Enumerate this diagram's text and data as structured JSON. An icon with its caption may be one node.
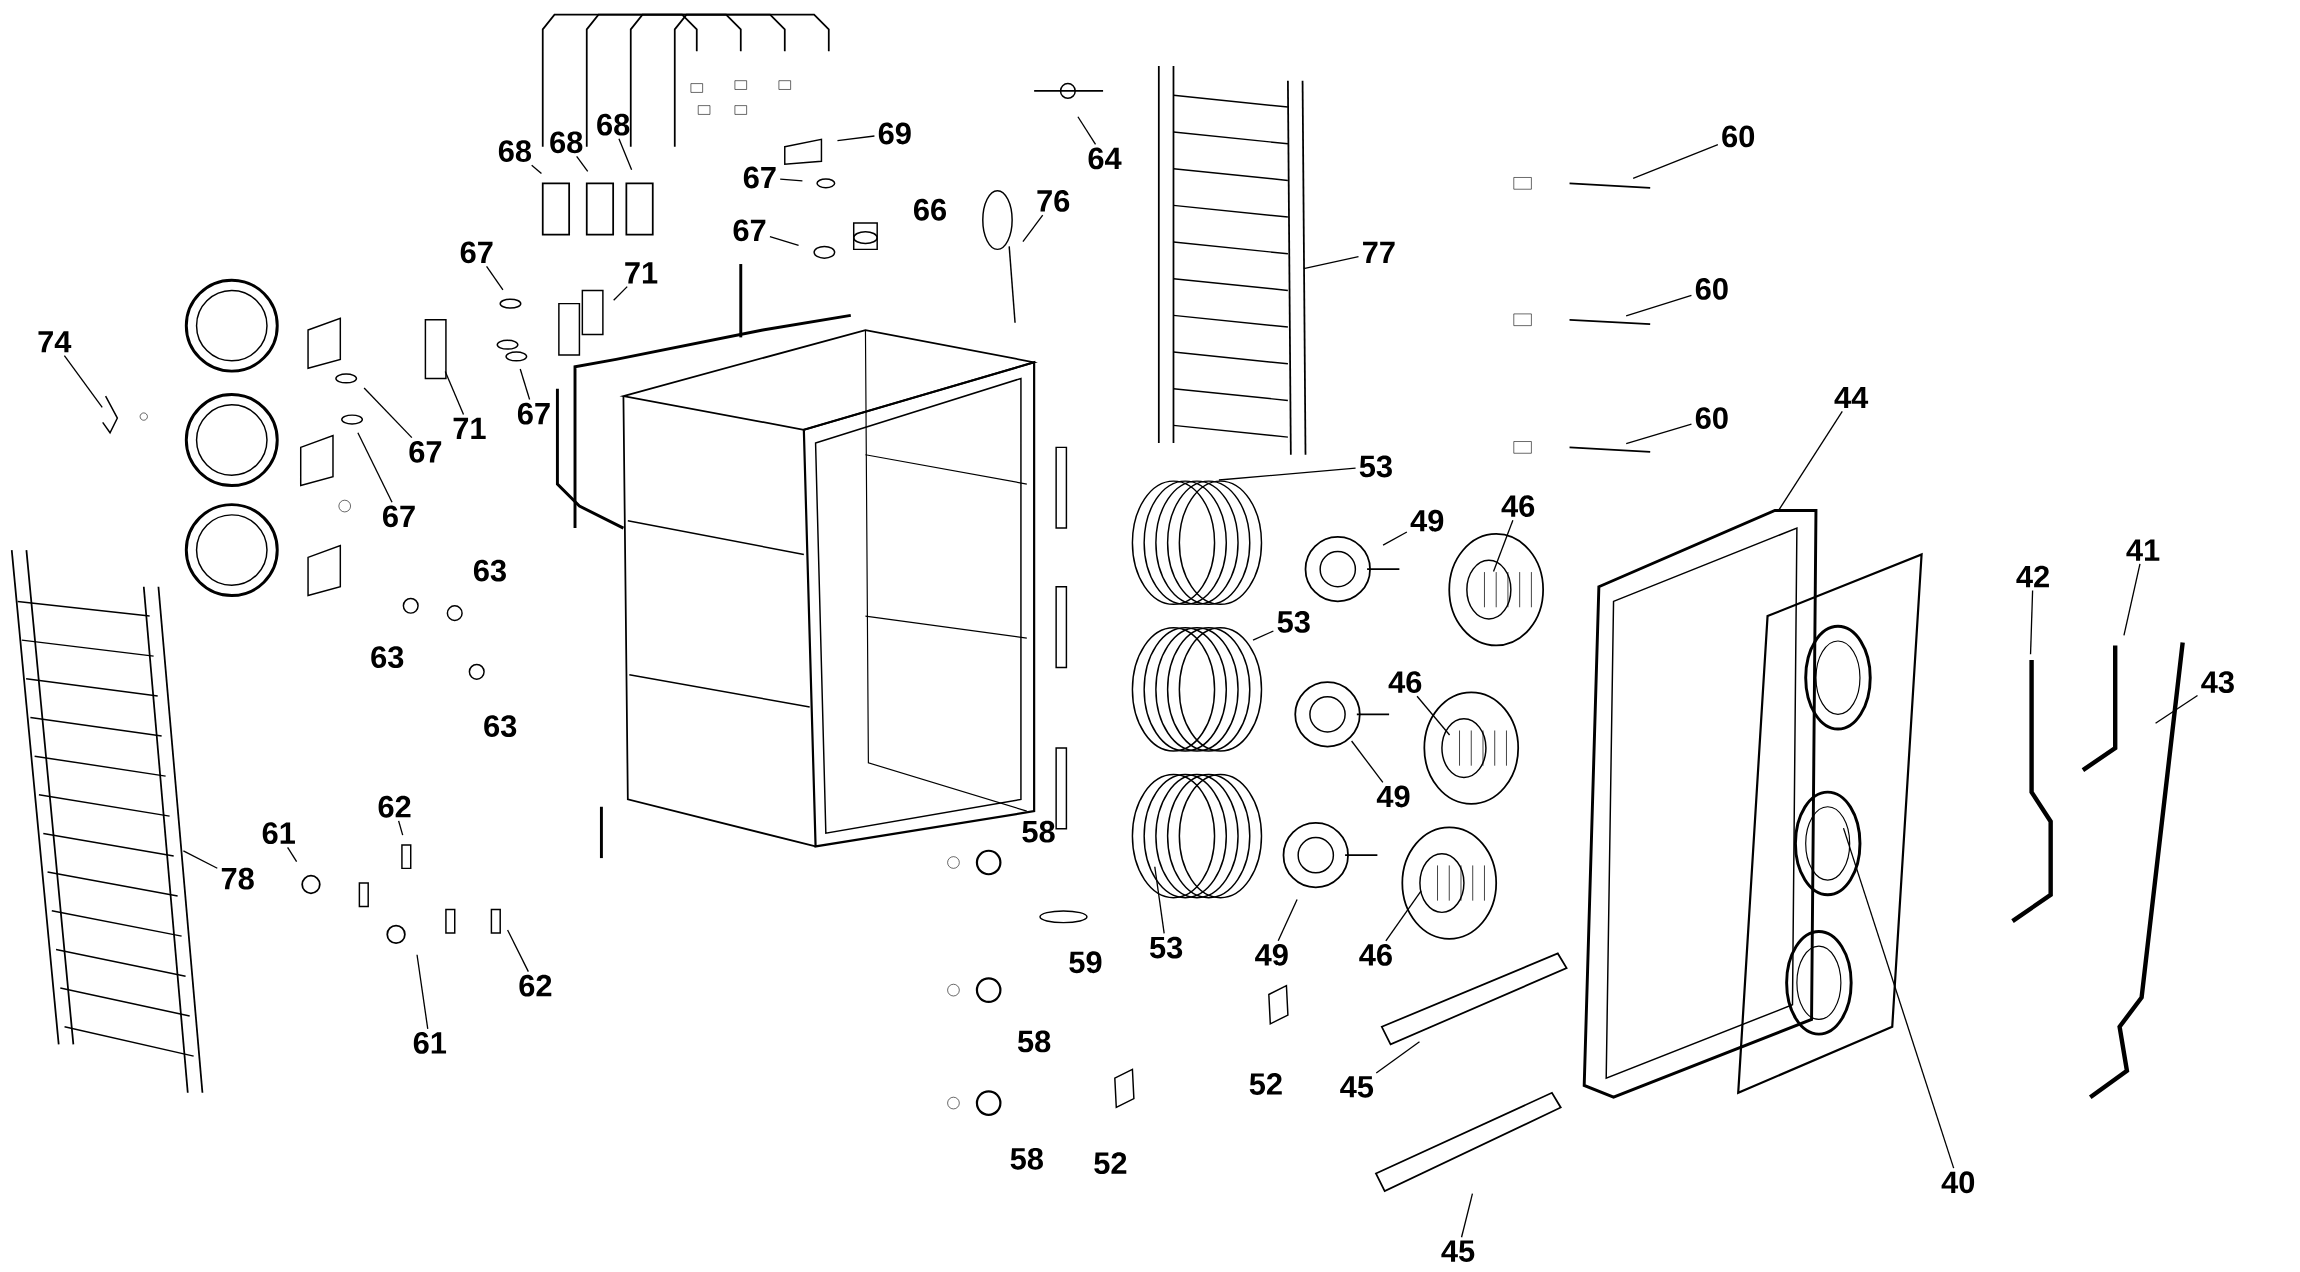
{
  "diagram": {
    "nodes": [
      {
        "text": [
          "68"
        ]
      },
      {
        "text": [
          "68"
        ]
      },
      {
        "text": [
          "68"
        ]
      },
      {
        "text": [
          "69"
        ]
      },
      {
        "text": [
          "64"
        ]
      },
      {
        "text": [
          "67"
        ]
      },
      {
        "text": [
          "67"
        ]
      },
      {
        "text": [
          "66"
        ]
      },
      {
        "text": [
          "76"
        ]
      },
      {
        "text": [
          "77"
        ]
      },
      {
        "text": [
          "60"
        ]
      },
      {
        "text": [
          "60"
        ]
      },
      {
        "text": [
          "60"
        ]
      },
      {
        "text": [
          "67"
        ]
      },
      {
        "text": [
          "71"
        ]
      },
      {
        "text": [
          "74"
        ]
      },
      {
        "text": [
          "67"
        ]
      },
      {
        "text": [
          "71"
        ]
      },
      {
        "text": [
          "67"
        ]
      },
      {
        "text": [
          "67"
        ]
      },
      {
        "text": [
          "63"
        ]
      },
      {
        "text": [
          "63"
        ]
      },
      {
        "text": [
          "63"
        ]
      },
      {
        "text": [
          "53"
        ]
      },
      {
        "text": [
          "49"
        ]
      },
      {
        "text": [
          "46"
        ]
      },
      {
        "text": [
          "44"
        ]
      },
      {
        "text": [
          "53"
        ]
      },
      {
        "text": [
          "46"
        ]
      },
      {
        "text": [
          "49"
        ]
      },
      {
        "text": [
          "42"
        ]
      },
      {
        "text": [
          "41"
        ]
      },
      {
        "text": [
          "43"
        ]
      },
      {
        "text": [
          "62"
        ]
      },
      {
        "text": [
          "61"
        ]
      },
      {
        "text": [
          "78"
        ]
      },
      {
        "text": [
          "58"
        ]
      },
      {
        "text": [
          "61"
        ]
      },
      {
        "text": [
          "62"
        ]
      },
      {
        "text": [
          "59"
        ]
      },
      {
        "text": [
          "53"
        ]
      },
      {
        "text": [
          "49"
        ]
      },
      {
        "text": [
          "46"
        ]
      },
      {
        "text": [
          "58"
        ]
      },
      {
        "text": [
          "52"
        ]
      },
      {
        "text": [
          "45"
        ]
      },
      {
        "text": [
          "58"
        ]
      },
      {
        "text": [
          "52"
        ]
      },
      {
        "text": [
          "40"
        ]
      },
      {
        "text": [
          "45"
        ]
      }
    ],
    "edges": [
      {
        "from": 0,
        "to": null,
        "arrow": "none"
      },
      {
        "from": 1,
        "to": null,
        "arrow": "none"
      },
      {
        "from": 2,
        "to": null,
        "arrow": "none"
      },
      {
        "from": 3,
        "to": null,
        "arrow": "none"
      },
      {
        "from": 4,
        "to": null,
        "arrow": "none"
      },
      {
        "from": 5,
        "to": null,
        "arrow": "none"
      },
      {
        "from": 6,
        "to": null,
        "arrow": "none"
      },
      {
        "from": 8,
        "to": null,
        "arrow": "none"
      },
      {
        "from": 9,
        "to": null,
        "arrow": "none"
      },
      {
        "from": 10,
        "to": null,
        "arrow": "none"
      },
      {
        "from": 11,
        "to": null,
        "arrow": "none"
      },
      {
        "from": 12,
        "to": null,
        "arrow": "none"
      },
      {
        "from": 13,
        "to": null,
        "arrow": "none"
      },
      {
        "from": 14,
        "to": null,
        "arrow": "none"
      },
      {
        "from": 15,
        "to": null,
        "arrow": "none"
      },
      {
        "from": 16,
        "to": null,
        "arrow": "none"
      },
      {
        "from": 17,
        "to": null,
        "arrow": "none"
      },
      {
        "from": 18,
        "to": null,
        "arrow": "none"
      },
      {
        "from": 19,
        "to": null,
        "arrow": "none"
      },
      {
        "from": 23,
        "to": null,
        "arrow": "none"
      },
      {
        "from": 24,
        "to": null,
        "arrow": "none"
      },
      {
        "from": 25,
        "to": null,
        "arrow": "none"
      },
      {
        "from": 26,
        "to": null,
        "arrow": "none"
      },
      {
        "from": 27,
        "to": null,
        "arrow": "none"
      },
      {
        "from": 28,
        "to": null,
        "arrow": "none"
      },
      {
        "from": 29,
        "to": null,
        "arrow": "none"
      },
      {
        "from": 30,
        "to": null,
        "arrow": "none"
      },
      {
        "from": 31,
        "to": null,
        "arrow": "none"
      },
      {
        "from": 32,
        "to": null,
        "arrow": "none"
      },
      {
        "from": 33,
        "to": null,
        "arrow": "none"
      },
      {
        "from": 34,
        "to": null,
        "arrow": "none"
      },
      {
        "from": 35,
        "to": null,
        "arrow": "none"
      },
      {
        "from": 37,
        "to": null,
        "arrow": "none"
      },
      {
        "from": 38,
        "to": null,
        "arrow": "none"
      },
      {
        "from": 40,
        "to": null,
        "arrow": "none"
      },
      {
        "from": 41,
        "to": null,
        "arrow": "none"
      },
      {
        "from": 42,
        "to": null,
        "arrow": "none"
      },
      {
        "from": 45,
        "to": null,
        "arrow": "none"
      },
      {
        "from": 48,
        "to": null,
        "arrow": "none"
      },
      {
        "from": 49,
        "to": null,
        "arrow": "none"
      }
    ]
  }
}
